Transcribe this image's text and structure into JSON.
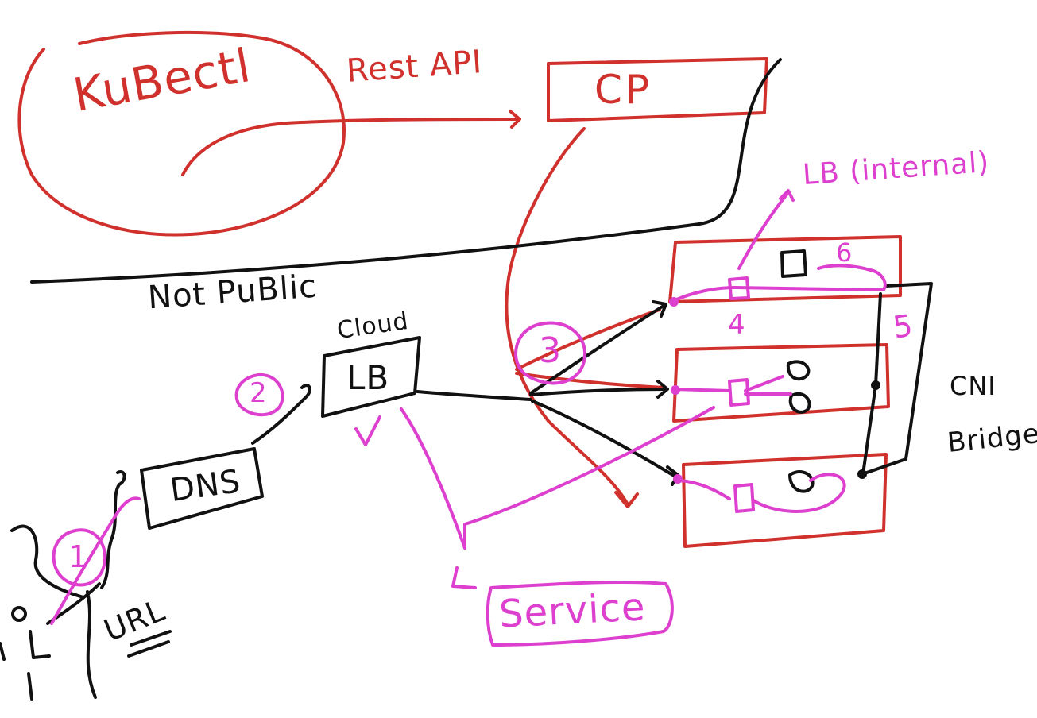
{
  "colors": {
    "red_ink": "#d0312d",
    "magenta_ink": "#dd3fce",
    "black_ink": "#111111",
    "background": "#ffffff"
  },
  "labels": {
    "kubectl": "KuBectl",
    "rest_api": "Rest API",
    "cp": "CP",
    "not_public": "Not PuBlic",
    "cloud": "Cloud",
    "lb": "LB",
    "dns": "DNS",
    "url": "URL",
    "service": "Service",
    "lb_internal": "LB (internal)",
    "cni": "CNI",
    "bridge": "Bridge"
  },
  "step_markers": [
    "1",
    "2",
    "3",
    "4",
    "5",
    "6"
  ],
  "nodes": {
    "count": 3
  }
}
